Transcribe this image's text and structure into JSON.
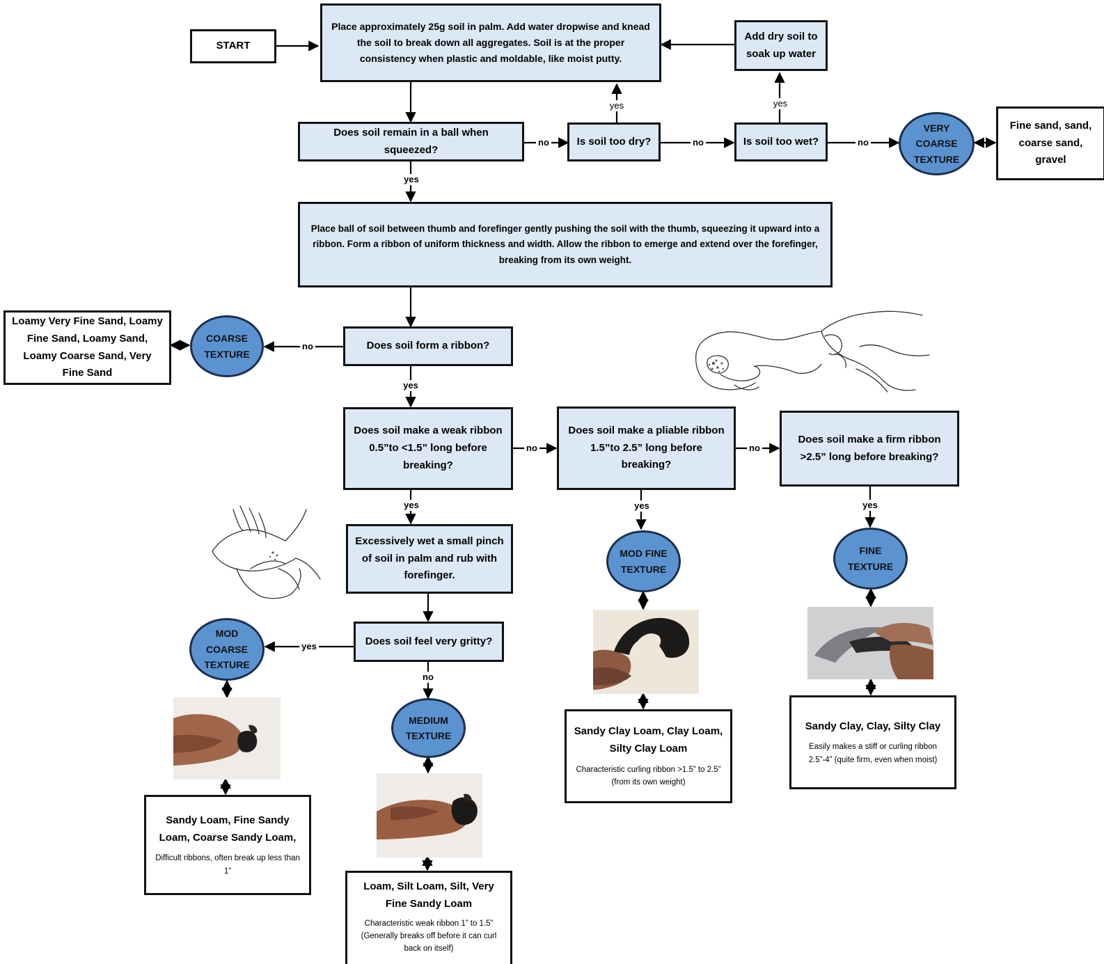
{
  "start": "START",
  "steps": {
    "prepare": "Place approximately 25g soil in palm. Add water dropwise and knead the soil to break down all aggregates. Soil is at the proper consistency when plastic and moldable, like moist putty.",
    "add_dry": "Add dry soil to soak up water",
    "ball_question": "Does soil remain in a ball when squeezed?",
    "too_dry": "Is soil too dry?",
    "too_wet": "Is soil too wet?",
    "ribbon_instruction": "Place ball of soil between thumb and forefinger gently pushing the soil with the thumb, squeezing it upward into a ribbon. Form a ribbon of uniform thickness and width. Allow the ribbon to emerge and extend over the forefinger, breaking from its own weight.",
    "form_ribbon": "Does soil form a ribbon?",
    "weak_ribbon": "Does soil make a weak ribbon 0.5”to <1.5” long before breaking?",
    "pliable_ribbon": "Does soil make a pliable ribbon 1.5”to 2.5” long before breaking?",
    "firm_ribbon": "Does soil make a firm ribbon >2.5”  long before breaking?",
    "wet_pinch": "Excessively wet a small pinch of soil in palm and rub with forefinger.",
    "gritty": "Does soil feel very gritty?"
  },
  "textures": {
    "very_coarse": "VERY COARSE TEXTURE",
    "coarse": "COARSE TEXTURE",
    "mod_coarse": "MOD COARSE TEXTURE",
    "medium": "MEDIUM TEXTURE",
    "mod_fine": "MOD FINE TEXTURE",
    "fine": "FINE TEXTURE"
  },
  "results": {
    "very_coarse": {
      "title": "Fine sand, sand, coarse sand, gravel"
    },
    "coarse": {
      "title": "Loamy Very Fine Sand, Loamy Fine Sand, Loamy Sand, Loamy Coarse Sand, Very Fine Sand"
    },
    "mod_coarse": {
      "title": "Sandy Loam, Fine Sandy Loam, Coarse Sandy Loam,",
      "note": "Difficult ribbons, often break up less than 1”"
    },
    "medium": {
      "title": "Loam, Silt Loam, Silt, Very Fine Sandy Loam",
      "note": "Characteristic weak ribbon 1” to 1.5” (Generally breaks off before it can curl back on itself)"
    },
    "mod_fine": {
      "title": "Sandy Clay Loam, Clay Loam, Silty Clay Loam",
      "note": "Characteristic curling ribbon >1.5” to 2.5” (from its own weight)"
    },
    "fine": {
      "title": "Sandy Clay, Clay, Silty Clay",
      "note": "Easily makes a stiff or curling ribbon 2.5”-4” (quite firm, even when moist)"
    }
  },
  "labels": {
    "ball_no": "no",
    "ball_yes": "yes",
    "dry_yes": "yes",
    "dry_no": "no",
    "wet_yes": "yes",
    "wet_no": "no",
    "ribbon_no": "no",
    "ribbon_yes": "yes",
    "weak_no": "no",
    "weak_yes": "yes",
    "pliable_no": "no",
    "pliable_yes": "yes",
    "firm_yes": "yes",
    "gritty_yes": "yes",
    "gritty_no": "no"
  },
  "colors": {
    "step_fill": "#dce8f5",
    "texture_fill": "#5b93d1",
    "border": "#111111"
  },
  "icons": {
    "ribbon_hand_sketch": "hand-squeezing-ribbon-sketch",
    "palm_rub_sketch": "hand-rubbing-palm-sketch"
  }
}
